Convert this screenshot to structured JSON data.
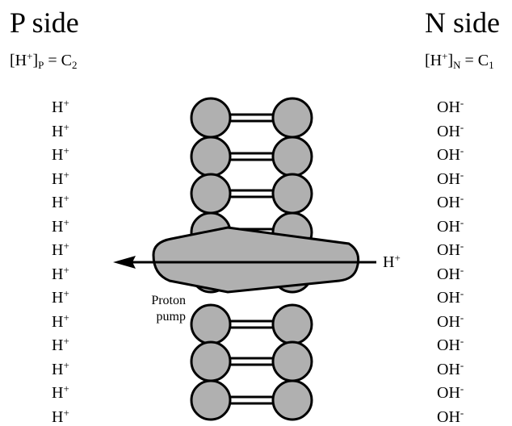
{
  "p_side": {
    "title": "P side",
    "conc_prefix": "[H",
    "conc_sup": "+",
    "conc_close": "]",
    "conc_sub": "P",
    "conc_eq": " = C",
    "conc_index": "2"
  },
  "n_side": {
    "title": "N side",
    "conc_prefix": "[H",
    "conc_sup": "+",
    "conc_close": "]",
    "conc_sub": "N",
    "conc_eq": " = C",
    "conc_index": "1"
  },
  "ions": {
    "p_base": "H",
    "p_charge": "+",
    "n_base": "OH",
    "n_charge": "-"
  },
  "pump": {
    "label_line1": "Proton",
    "label_line2": "pump",
    "ion_base": "H",
    "ion_charge": "+"
  },
  "colors": {
    "lipid_fill": "#b0b0b0",
    "stroke": "#000000",
    "background": "#ffffff"
  }
}
